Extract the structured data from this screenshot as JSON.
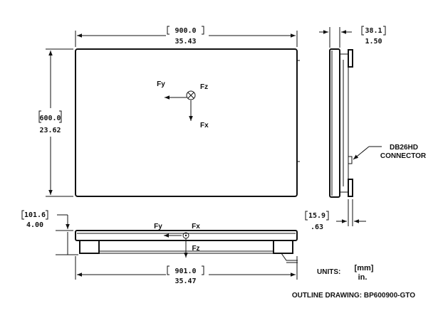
{
  "top_width": {
    "mm": "900.0",
    "in": "35.43"
  },
  "left_height": {
    "mm": "600.0",
    "in": "23.62"
  },
  "side_thickness": {
    "mm": "38.1",
    "in": "1.50"
  },
  "side_offset": {
    "mm": "15.9",
    "in": ".63"
  },
  "front_height": {
    "mm": "101.6",
    "in": "4.00"
  },
  "bottom_width": {
    "mm": "901.0",
    "in": "35.47"
  },
  "axes_top": {
    "fy": "Fy",
    "fz": "Fz",
    "fx": "Fx"
  },
  "axes_front": {
    "fy": "Fy",
    "fx": "Fx",
    "fz": "Fz"
  },
  "connector_label": [
    "DB26HD",
    "CONNECTOR"
  ],
  "units": {
    "label": "UNITS:",
    "mm": "[mm]",
    "in": "in."
  },
  "drawing_title": "OUTLINE DRAWING: BP600900-GTO"
}
